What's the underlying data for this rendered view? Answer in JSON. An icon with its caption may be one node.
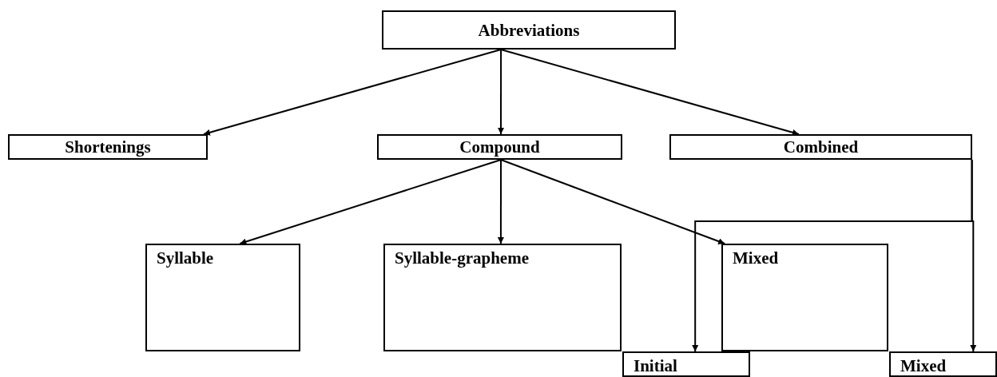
{
  "diagram": {
    "nodes": [
      {
        "text": [
          "Abbreviations"
        ]
      },
      {
        "text": [
          "Shortenings"
        ]
      },
      {
        "text": [
          "Compound"
        ]
      },
      {
        "text": [
          "Combined"
        ]
      },
      {
        "text": [
          "Syllable"
        ]
      },
      {
        "text": [
          "Syllable-grapheme"
        ]
      },
      {
        "text": [
          "Mixed"
        ]
      },
      {
        "text": [
          "Initial"
        ]
      },
      {
        "text": [
          "Mixed"
        ]
      }
    ],
    "edges": [
      {
        "from": 0,
        "to": 1,
        "arrow": "to"
      },
      {
        "from": 0,
        "to": 2,
        "arrow": "to"
      },
      {
        "from": 0,
        "to": 3,
        "arrow": "to"
      },
      {
        "from": 2,
        "to": 4,
        "arrow": "to"
      },
      {
        "from": 2,
        "to": 5,
        "arrow": "to"
      },
      {
        "from": 2,
        "to": 6,
        "arrow": "to"
      },
      {
        "from": 3,
        "to": 7,
        "arrow": "to"
      },
      {
        "from": 3,
        "to": 8,
        "arrow": "to"
      }
    ]
  }
}
